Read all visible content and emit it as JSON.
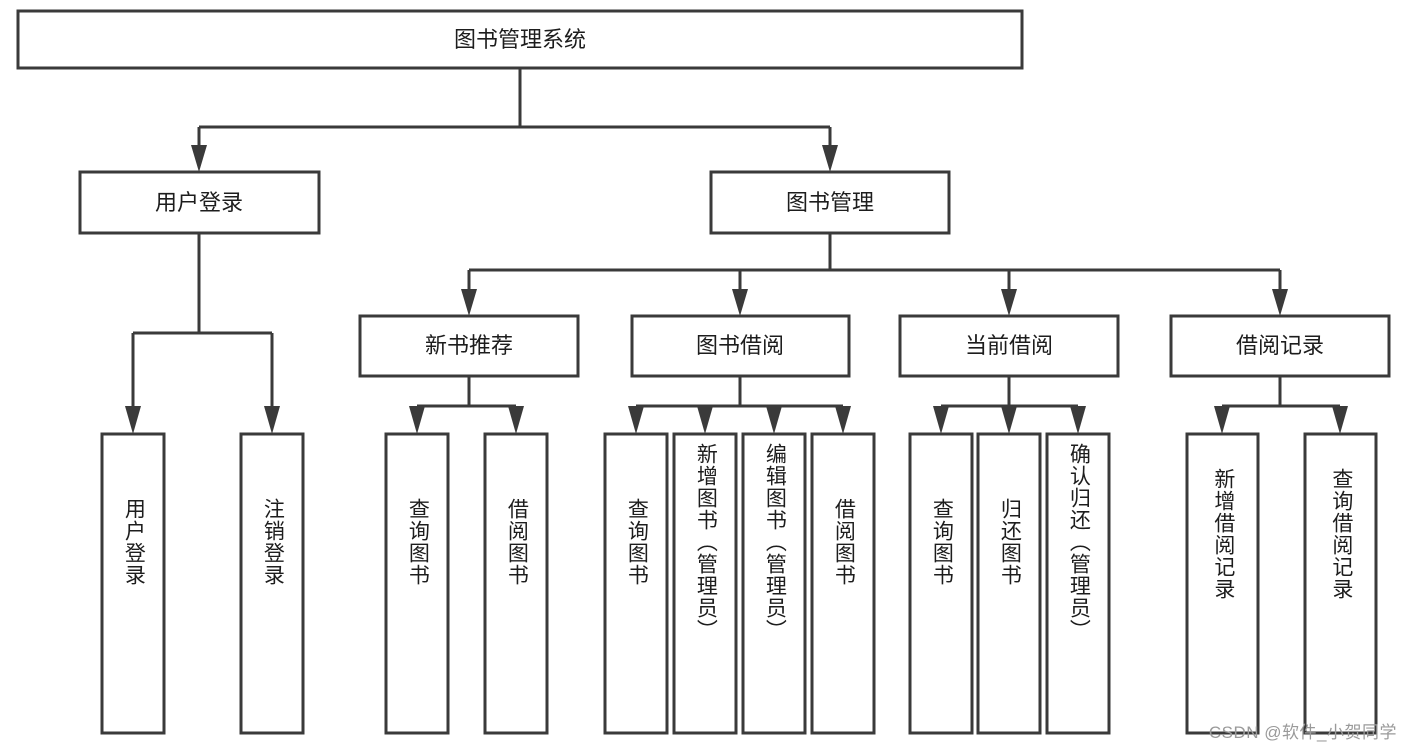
{
  "diagram": {
    "title": "图书管理系统",
    "type": "tree-hierarchy-chart",
    "root": {
      "label": "图书管理系统"
    },
    "level2": [
      {
        "label": "用户登录"
      },
      {
        "label": "图书管理"
      }
    ],
    "level3": [
      {
        "label": "新书推荐"
      },
      {
        "label": "图书借阅"
      },
      {
        "label": "当前借阅"
      },
      {
        "label": "借阅记录"
      }
    ],
    "leaves": {
      "user_login": [
        {
          "label": "用户登录"
        },
        {
          "label": "注销登录"
        }
      ],
      "new_book_recommend": [
        {
          "label": "查询图书"
        },
        {
          "label": "借阅图书"
        }
      ],
      "book_borrow": [
        {
          "label": "查询图书"
        },
        {
          "label": "新增图书（管理员）"
        },
        {
          "label": "编辑图书（管理员）"
        },
        {
          "label": "借阅图书"
        }
      ],
      "current_borrow": [
        {
          "label": "查询图书"
        },
        {
          "label": "归还图书"
        },
        {
          "label": "确认归还（管理员）"
        }
      ],
      "borrow_record": [
        {
          "label": "新增借阅记录"
        },
        {
          "label": "查询借阅记录"
        }
      ]
    }
  },
  "watermark": {
    "text": "CSDN @软件_小贺同学"
  },
  "colors": {
    "background": "#ffffff",
    "stroke": "#3a3a3a",
    "text": "#1d1d1d",
    "watermark": "#9a9a9a"
  }
}
